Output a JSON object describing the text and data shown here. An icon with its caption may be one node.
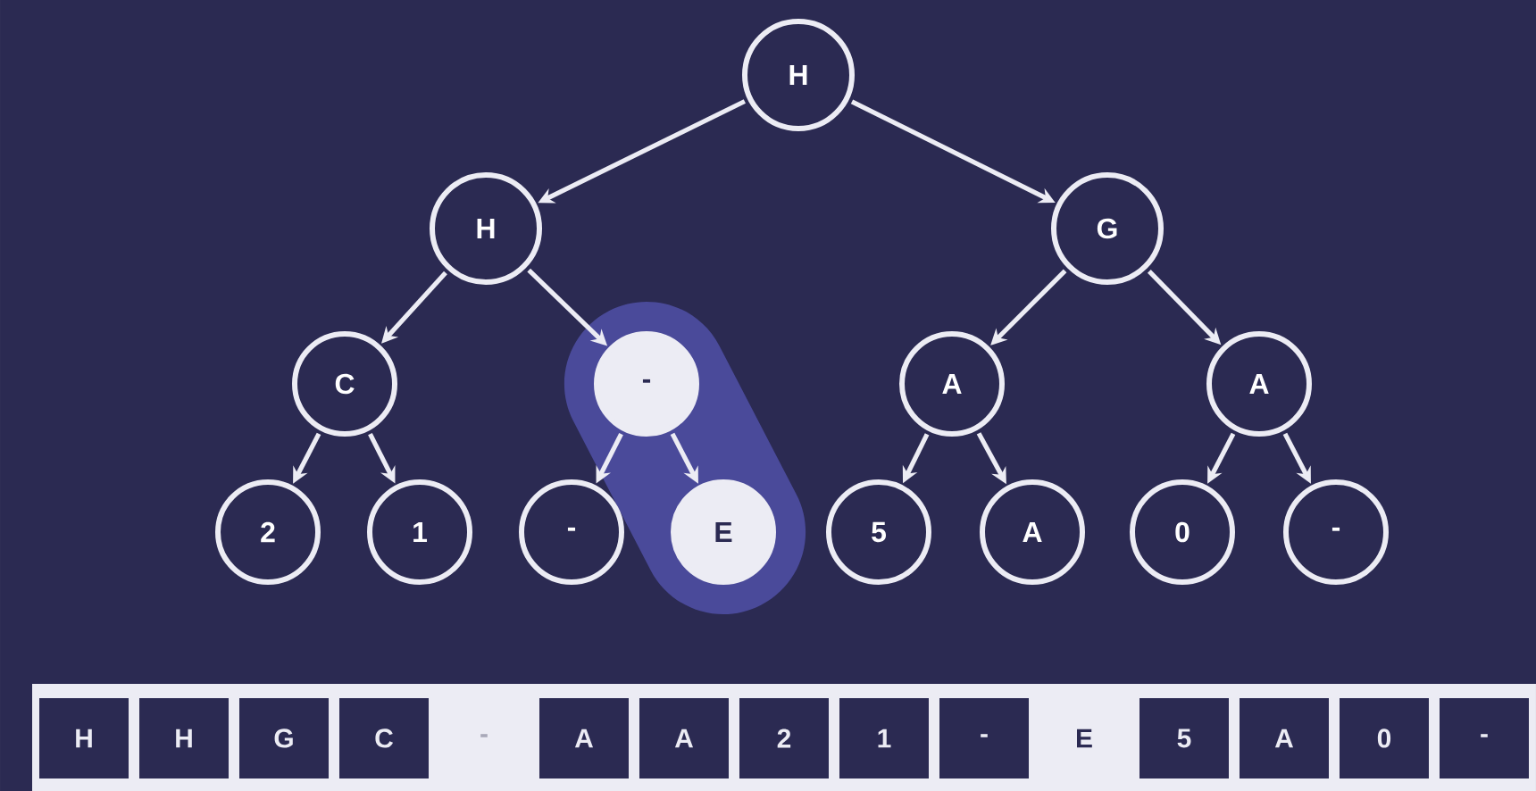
{
  "diagram": {
    "nodes": [
      {
        "text": [
          "H"
        ]
      },
      {
        "text": [
          "H"
        ]
      },
      {
        "text": [
          "G"
        ]
      },
      {
        "text": [
          "C"
        ]
      },
      {
        "text": [
          "-"
        ]
      },
      {
        "text": [
          "A"
        ]
      },
      {
        "text": [
          "A"
        ]
      },
      {
        "text": [
          "2"
        ]
      },
      {
        "text": [
          "1"
        ]
      },
      {
        "text": [
          "-"
        ]
      },
      {
        "text": [
          "E"
        ]
      },
      {
        "text": [
          "5"
        ]
      },
      {
        "text": [
          "A"
        ]
      },
      {
        "text": [
          "0"
        ]
      },
      {
        "text": [
          "-"
        ]
      }
    ],
    "edges": [
      {
        "from": 0,
        "to": 1,
        "arrow": "to"
      },
      {
        "from": 0,
        "to": 2,
        "arrow": "to"
      },
      {
        "from": 1,
        "to": 3,
        "arrow": "to"
      },
      {
        "from": 1,
        "to": 4,
        "arrow": "to"
      },
      {
        "from": 2,
        "to": 5,
        "arrow": "to"
      },
      {
        "from": 2,
        "to": 6,
        "arrow": "to"
      },
      {
        "from": 3,
        "to": 7,
        "arrow": "to"
      },
      {
        "from": 3,
        "to": 8,
        "arrow": "to"
      },
      {
        "from": 4,
        "to": 9,
        "arrow": "to"
      },
      {
        "from": 4,
        "to": 10,
        "arrow": "to"
      },
      {
        "from": 5,
        "to": 11,
        "arrow": "to"
      },
      {
        "from": 5,
        "to": 12,
        "arrow": "to"
      },
      {
        "from": 6,
        "to": 13,
        "arrow": "to"
      },
      {
        "from": 6,
        "to": 14,
        "arrow": "to"
      }
    ],
    "labels": [
      "H",
      "H",
      "G",
      "C",
      "-",
      "A",
      "A",
      "2",
      "1",
      "-",
      "E",
      "5",
      "A",
      "0",
      "-"
    ]
  }
}
